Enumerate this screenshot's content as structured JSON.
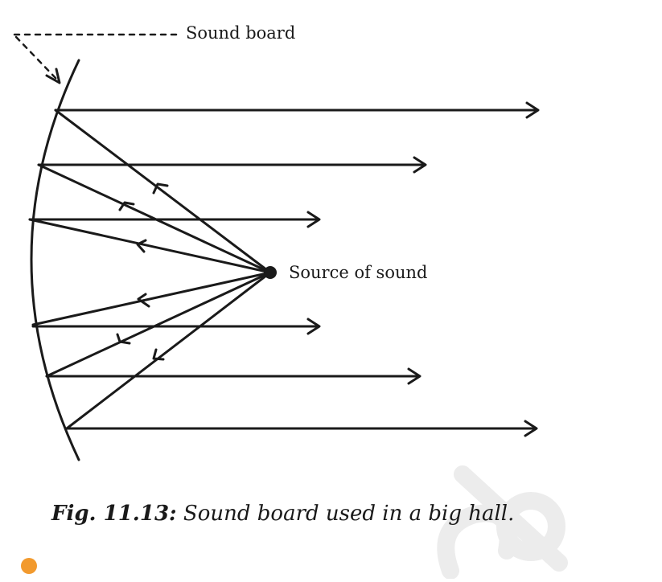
{
  "labels": {
    "sound_board": "Sound board",
    "source": "Source of sound"
  },
  "caption": {
    "fig_number": "Fig. 11.13:",
    "text": "Sound board used in a big hall."
  },
  "colors": {
    "ink": "#1a1a1a",
    "watermark": "#e6e6e6",
    "accent_dot": "#f29a2e"
  }
}
